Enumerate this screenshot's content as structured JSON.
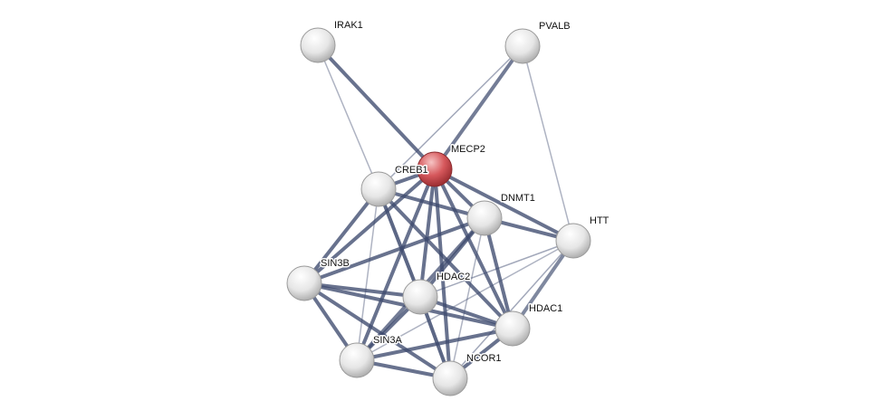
{
  "network": {
    "nodes": [
      {
        "id": "IRAK1",
        "label": "IRAK1",
        "query": false
      },
      {
        "id": "PVALB",
        "label": "PVALB",
        "query": false
      },
      {
        "id": "MECP2",
        "label": "MECP2",
        "query": true
      },
      {
        "id": "CREB1",
        "label": "CREB1",
        "query": false
      },
      {
        "id": "DNMT1",
        "label": "DNMT1",
        "query": false
      },
      {
        "id": "HTT",
        "label": "HTT",
        "query": false
      },
      {
        "id": "SIN3B",
        "label": "SIN3B",
        "query": false
      },
      {
        "id": "HDAC2",
        "label": "HDAC2",
        "query": false
      },
      {
        "id": "HDAC1",
        "label": "HDAC1",
        "query": false
      },
      {
        "id": "SIN3A",
        "label": "SIN3A",
        "query": false
      },
      {
        "id": "NCOR1",
        "label": "NCOR1",
        "query": false
      }
    ],
    "edges": [
      [
        "IRAK1",
        "CREB1",
        0.2
      ],
      [
        "IRAK1",
        "MECP2",
        0.8
      ],
      [
        "PVALB",
        "CREB1",
        0.3
      ],
      [
        "PVALB",
        "MECP2",
        0.7
      ],
      [
        "PVALB",
        "HTT",
        0.2
      ],
      [
        "MECP2",
        "CREB1",
        0.8
      ],
      [
        "MECP2",
        "DNMT1",
        0.8
      ],
      [
        "MECP2",
        "HTT",
        0.8
      ],
      [
        "MECP2",
        "HDAC2",
        0.8
      ],
      [
        "MECP2",
        "HDAC1",
        0.8
      ],
      [
        "MECP2",
        "SIN3A",
        0.8
      ],
      [
        "MECP2",
        "NCOR1",
        0.8
      ],
      [
        "MECP2",
        "SIN3B",
        0.8
      ],
      [
        "CREB1",
        "DNMT1",
        0.8
      ],
      [
        "CREB1",
        "HDAC2",
        0.9
      ],
      [
        "CREB1",
        "HDAC1",
        0.8
      ],
      [
        "CREB1",
        "SIN3B",
        0.8
      ],
      [
        "CREB1",
        "SIN3A",
        0.2
      ],
      [
        "DNMT1",
        "HTT",
        0.8
      ],
      [
        "DNMT1",
        "HDAC1",
        0.8
      ],
      [
        "DNMT1",
        "HDAC2",
        0.8
      ],
      [
        "DNMT1",
        "SIN3B",
        0.8
      ],
      [
        "DNMT1",
        "SIN3A",
        0.7
      ],
      [
        "DNMT1",
        "NCOR1",
        0.2
      ],
      [
        "HTT",
        "HDAC1",
        0.6
      ],
      [
        "HTT",
        "HDAC2",
        0.3
      ],
      [
        "HTT",
        "SIN3A",
        0.2
      ],
      [
        "HTT",
        "NCOR1",
        0.3
      ],
      [
        "SIN3B",
        "HDAC2",
        0.8
      ],
      [
        "SIN3B",
        "HDAC1",
        0.8
      ],
      [
        "SIN3B",
        "SIN3A",
        0.8
      ],
      [
        "SIN3B",
        "NCOR1",
        0.8
      ],
      [
        "HDAC2",
        "HDAC1",
        0.8
      ],
      [
        "HDAC2",
        "NCOR1",
        0.9
      ],
      [
        "HDAC2",
        "SIN3A",
        0.8
      ],
      [
        "HDAC1",
        "SIN3A",
        0.8
      ],
      [
        "HDAC1",
        "NCOR1",
        0.8
      ],
      [
        "SIN3A",
        "NCOR1",
        0.8
      ]
    ],
    "colors": {
      "edge": "#3d4a6e",
      "query_node": "#d9595d",
      "node": "#e8e8e8"
    }
  }
}
